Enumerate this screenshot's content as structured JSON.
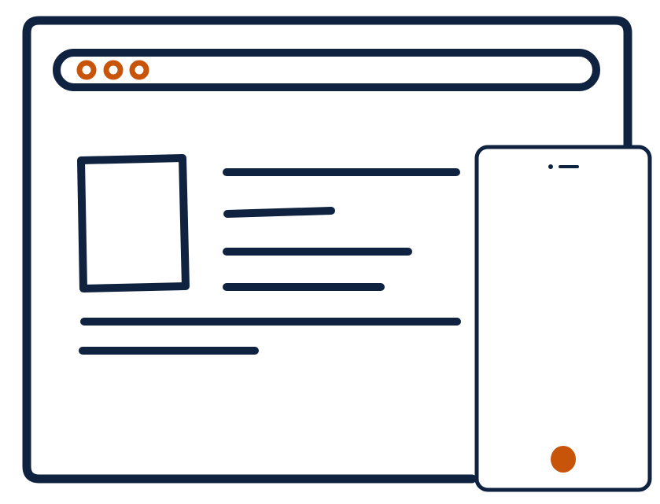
{
  "colors": {
    "stroke": "#0f2341",
    "accent": "#c8540a",
    "background": "#ffffff"
  },
  "illustration": {
    "browser_window": {
      "window_controls": [
        "dot-1",
        "dot-2",
        "dot-3"
      ],
      "content_blocks": {
        "image_placeholder": "image-placeholder-icon",
        "text_lines": 6
      }
    },
    "phone": {
      "speaker": "speaker-icon",
      "home_button": "home-button-icon"
    }
  }
}
